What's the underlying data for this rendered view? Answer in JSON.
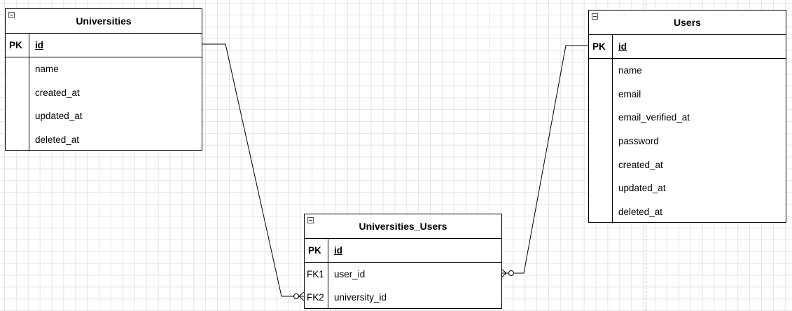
{
  "tables": {
    "universities": {
      "title": "Universities",
      "pk_label": "PK",
      "pk_field": "id",
      "fields": [
        "name",
        "created_at",
        "updated_at",
        "deleted_at"
      ]
    },
    "users": {
      "title": "Users",
      "pk_label": "PK",
      "pk_field": "id",
      "fields": [
        "name",
        "email",
        "email_verified_at",
        "password",
        "created_at",
        "updated_at",
        "deleted_at"
      ]
    },
    "universities_users": {
      "title": "Universities_Users",
      "pk_label": "PK",
      "pk_field": "id",
      "fk_rows": [
        {
          "key": "FK1",
          "field": "user_id"
        },
        {
          "key": "FK2",
          "field": "university_id"
        }
      ]
    }
  },
  "relations": [
    {
      "from": "universities.id",
      "to": "universities_users.university_id",
      "cardinality": "one-to-zero-or-many"
    },
    {
      "from": "users.id",
      "to": "universities_users.user_id",
      "cardinality": "one-to-zero-or-many"
    }
  ]
}
